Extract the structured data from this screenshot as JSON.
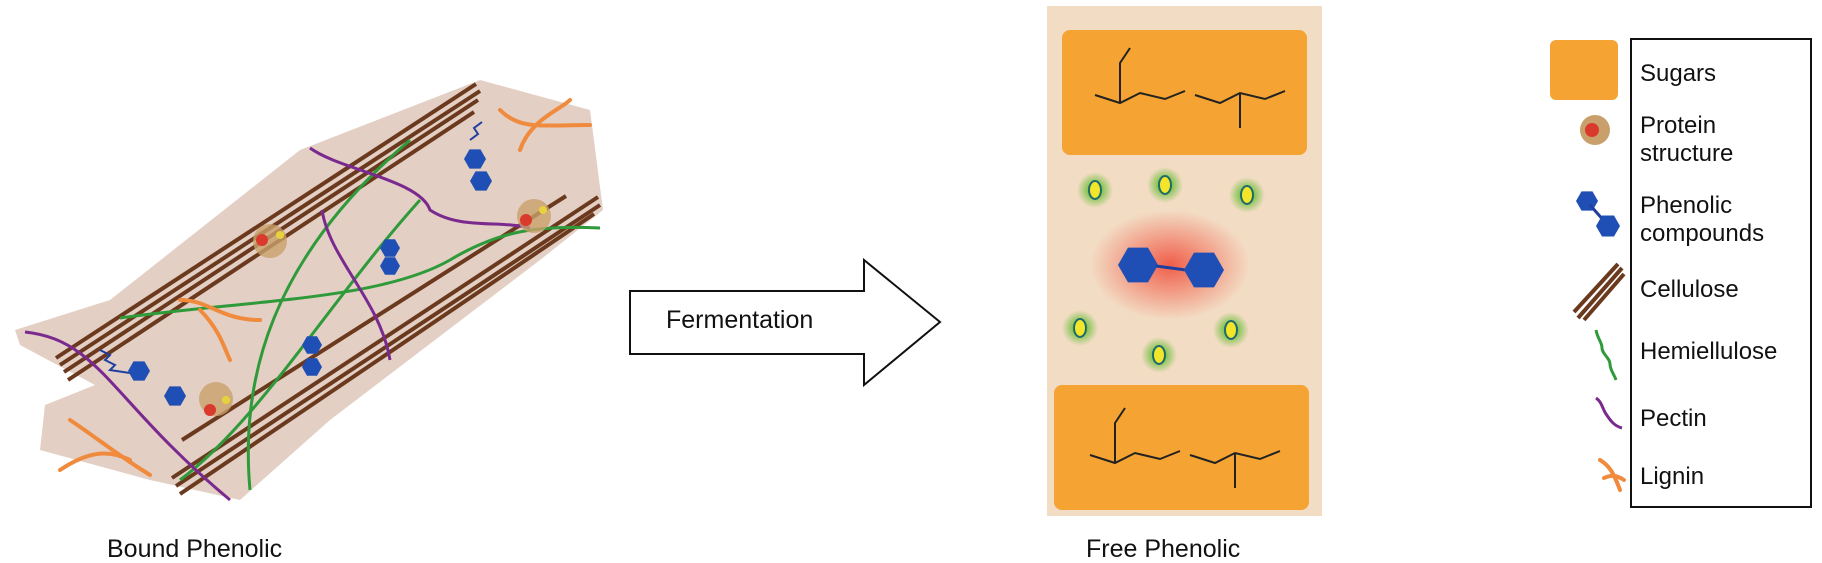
{
  "left_panel": {
    "caption": "Bound Phenolic"
  },
  "arrow": {
    "label": "Fermentation"
  },
  "center_panel": {
    "caption": "Free Phenolic"
  },
  "legend": {
    "items": [
      {
        "label": "Sugars",
        "icon": "sugar-block-icon",
        "color": "#f5a332"
      },
      {
        "label": "Protein structure",
        "line1": "Protein",
        "line2": "structure",
        "icon": "protein-icon",
        "color": "#d93a2b"
      },
      {
        "label": "Phenolic compounds",
        "line1": "Phenolic",
        "line2": "compounds",
        "icon": "phenolic-icon",
        "color": "#1f4fb5"
      },
      {
        "label": "Cellulose",
        "icon": "cellulose-icon",
        "color": "#6b3a1e"
      },
      {
        "label": "Hemiellulose",
        "icon": "hemicellulose-icon",
        "color": "#2f9a3a"
      },
      {
        "label": "Pectin",
        "icon": "pectin-icon",
        "color": "#7a2a8f"
      },
      {
        "label": "Lignin",
        "icon": "lignin-icon",
        "color": "#f08a3c"
      }
    ]
  }
}
